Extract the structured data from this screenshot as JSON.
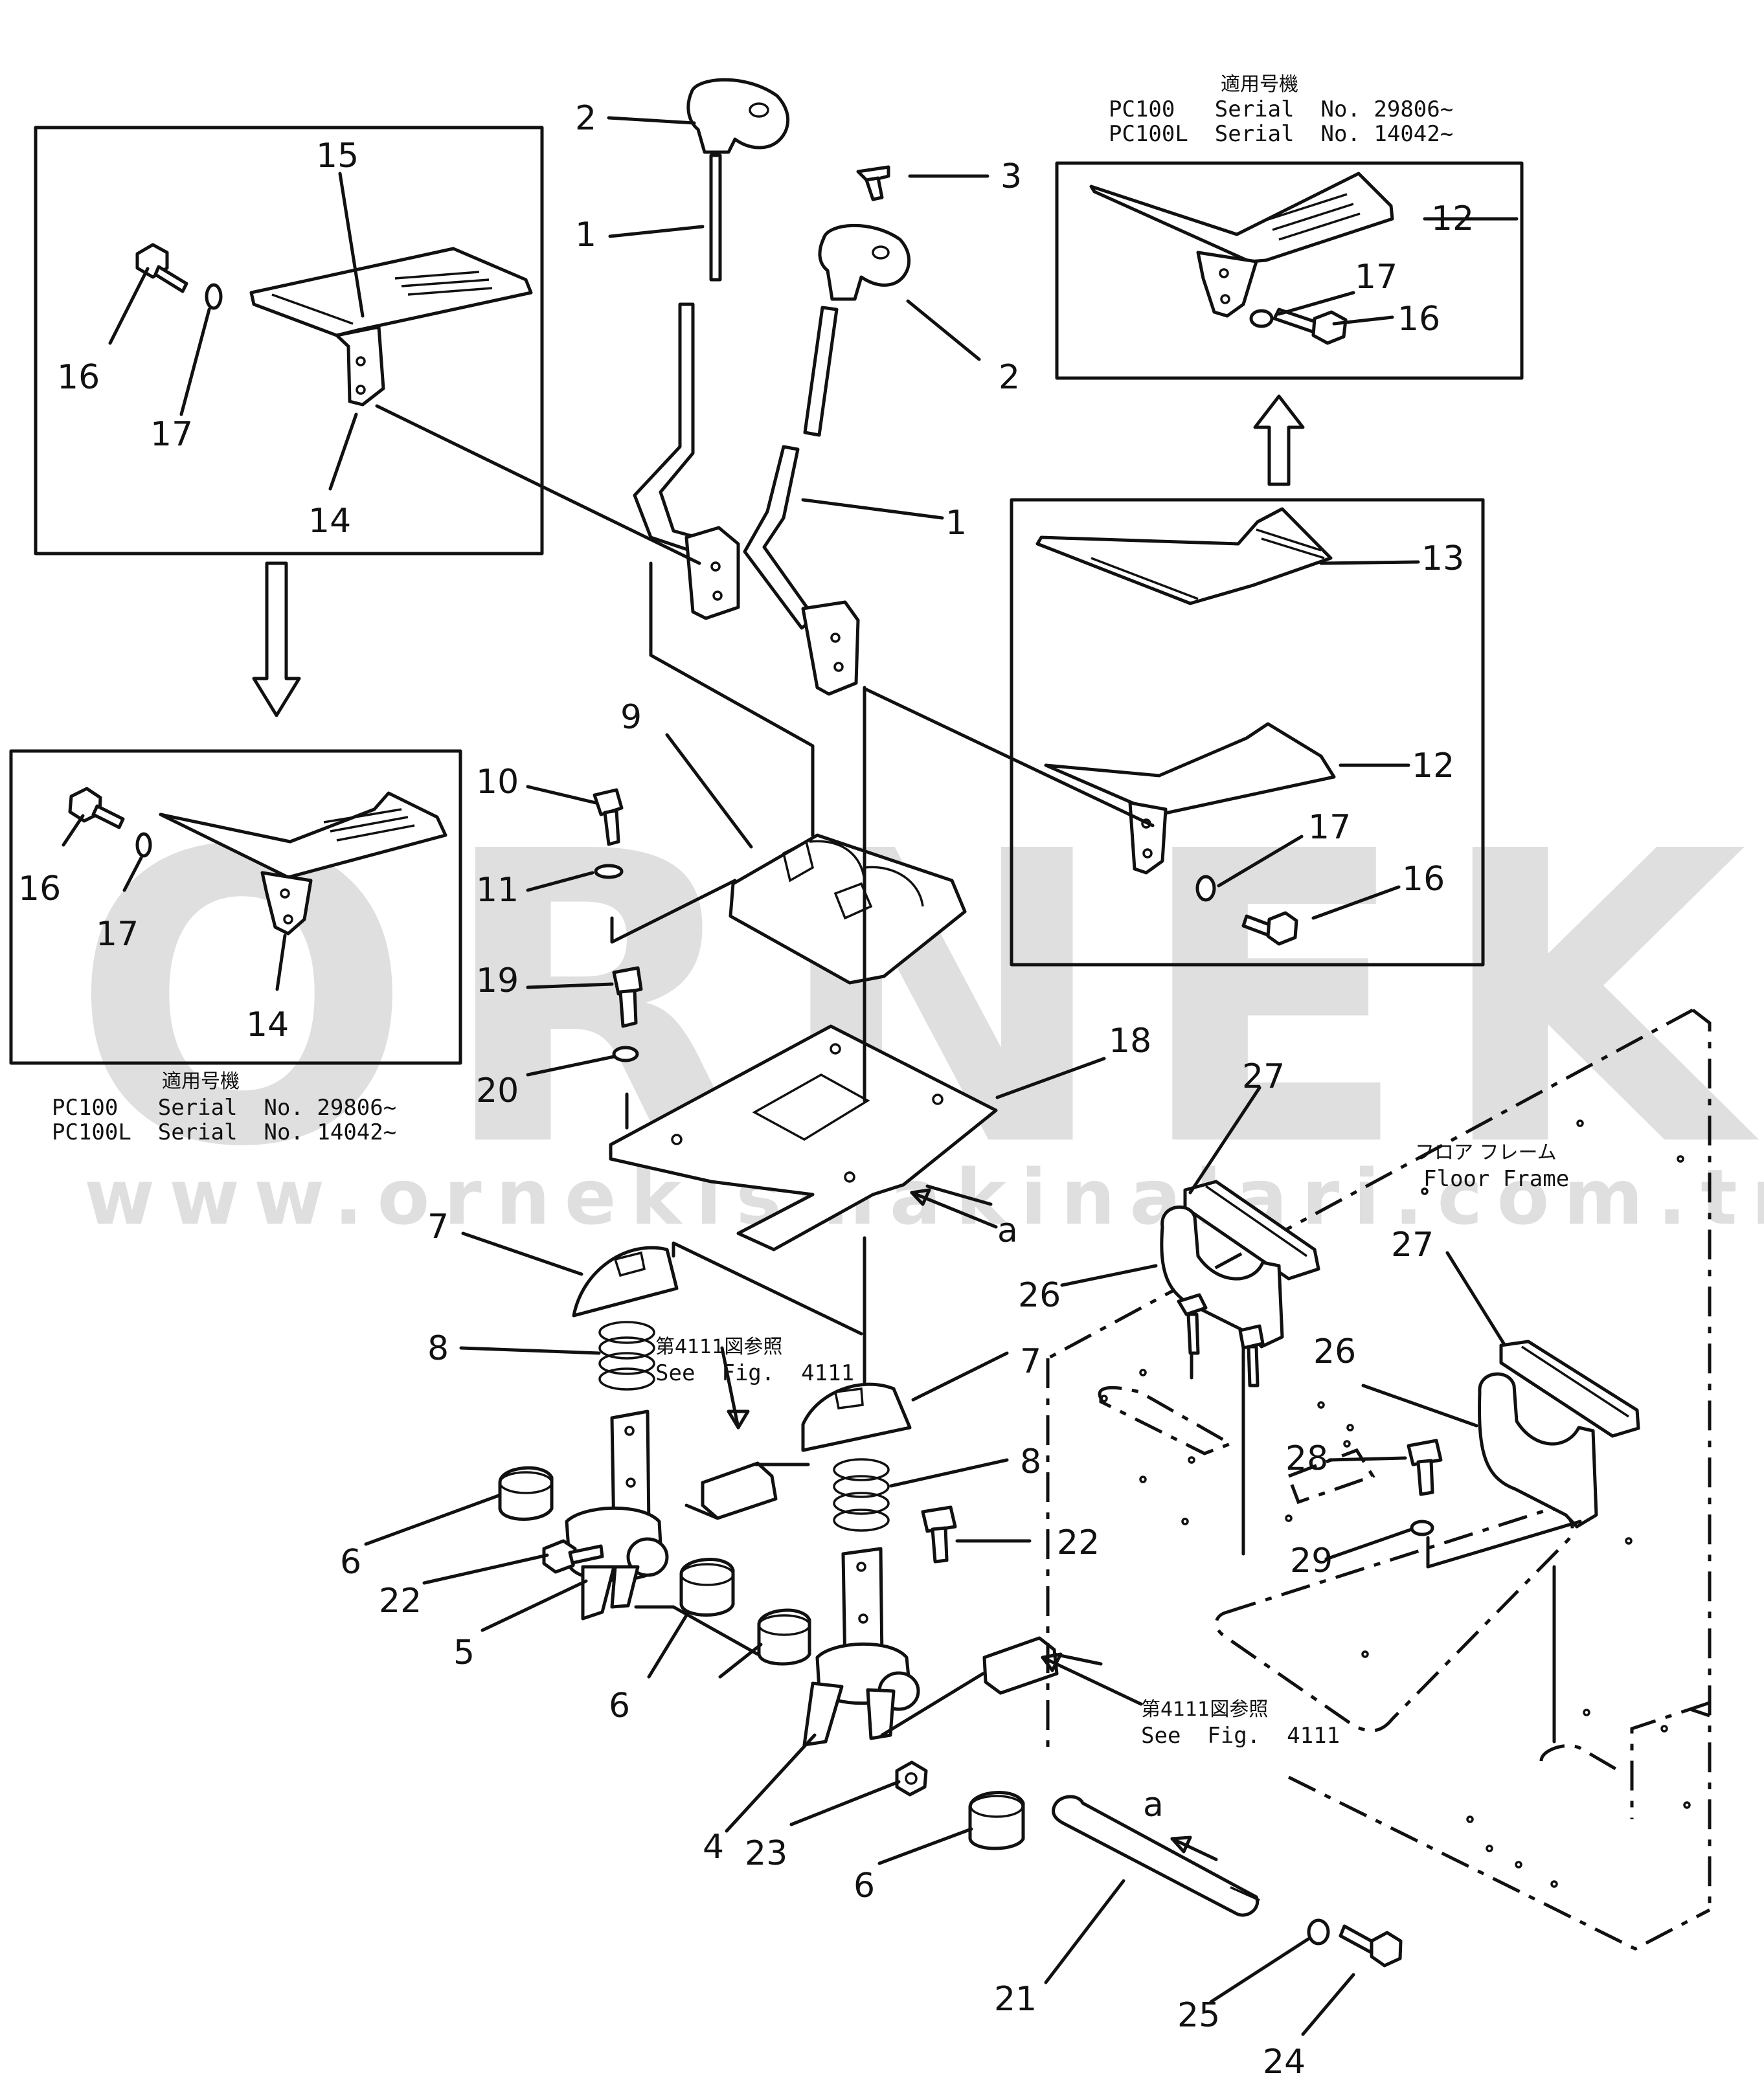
{
  "watermark": {
    "brand": "ORNEK",
    "url": "www.ornekismakinalari.com.tr"
  },
  "labels": {
    "l1a": "1",
    "l1b": "1",
    "l2a": "2",
    "l2b": "2",
    "l3": "3",
    "l4": "4",
    "l5": "5",
    "l6a": "6",
    "l6b": "6",
    "l6c": "6",
    "l7a": "7",
    "l7b": "7",
    "l8a": "8",
    "l8b": "8",
    "l9": "9",
    "l10": "10",
    "l11": "11",
    "l12a": "12",
    "l12b": "12",
    "l13": "13",
    "l14a": "14",
    "l14b": "14",
    "l15": "15",
    "l16a": "16",
    "l16b": "16",
    "l16c": "16",
    "l16d": "16",
    "l17a": "17",
    "l17b": "17",
    "l17c": "17",
    "l17d": "17",
    "l18": "18",
    "l19": "19",
    "l20": "20",
    "l21": "21",
    "l22a": "22",
    "l22b": "22",
    "l23": "23",
    "l24": "24",
    "l25": "25",
    "l26a": "26",
    "l26b": "26",
    "l27a": "27",
    "l27b": "27",
    "l28": "28",
    "l29": "29",
    "la1": "a",
    "la2": "a"
  },
  "notes": {
    "top_right": {
      "jp": "適用号機",
      "line1": "PC100   Serial  No. 29806~",
      "line2": "PC100L  Serial  No. 14042~"
    },
    "bottom_left": {
      "jp": "適用号機",
      "line1": "PC100   Serial  No. 29806~",
      "line2": "PC100L  Serial  No. 14042~"
    },
    "see_fig_1": {
      "jp": "第4111図参照",
      "en": "See  Fig.  4111"
    },
    "see_fig_2": {
      "jp": "第4111図参照",
      "en": "See  Fig.  4111"
    },
    "floor_frame": {
      "jp": "フロア フレーム",
      "en": "Floor Frame"
    }
  }
}
